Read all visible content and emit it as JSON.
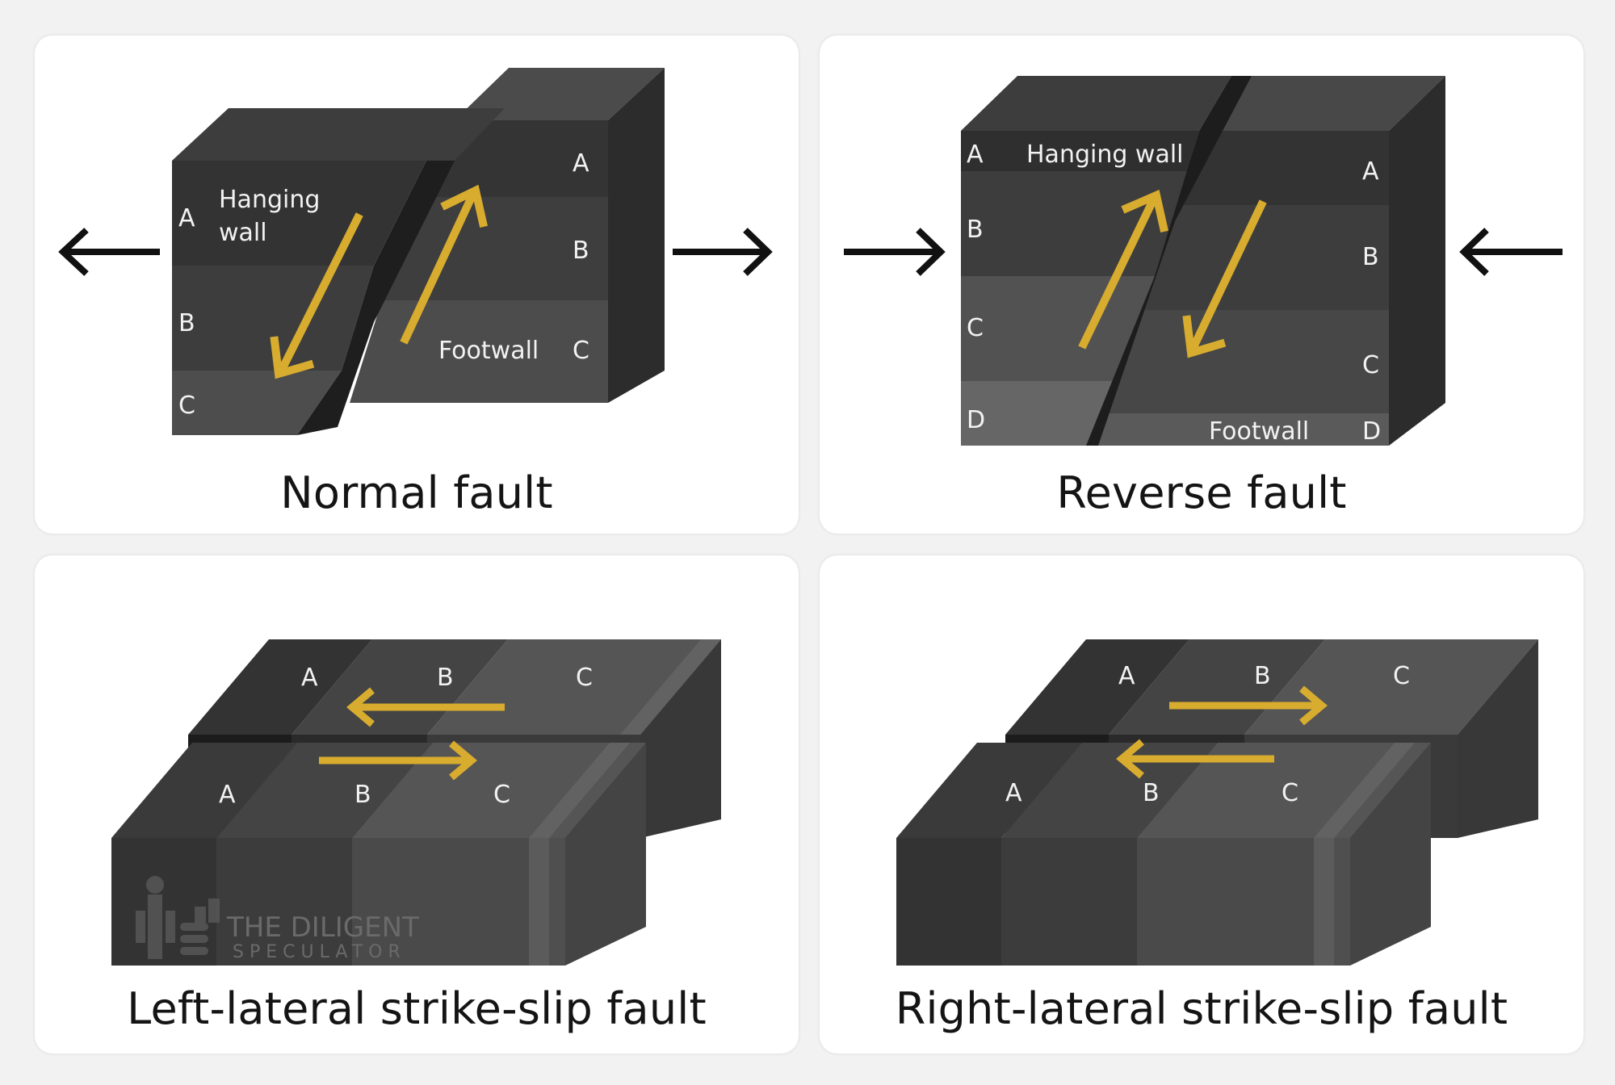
{
  "panels": {
    "normal": {
      "title": "Normal fault",
      "hanging_wall": [
        "Hanging",
        "wall"
      ],
      "footwall": "Footwall",
      "layers_hanging": [
        "A",
        "B",
        "C"
      ],
      "layers_foot": [
        "A",
        "B",
        "C"
      ]
    },
    "reverse": {
      "title": "Reverse fault",
      "hanging_wall": "Hanging wall",
      "footwall": "Footwall",
      "layers_hanging": [
        "A",
        "B",
        "C",
        "D"
      ],
      "layers_foot": [
        "A",
        "B",
        "C",
        "D"
      ]
    },
    "left_lateral": {
      "title": "Left-lateral strike-slip fault",
      "back_labels": [
        "A",
        "B",
        "C"
      ],
      "front_labels": [
        "A",
        "B",
        "C"
      ]
    },
    "right_lateral": {
      "title": "Right-lateral strike-slip fault",
      "back_labels": [
        "A",
        "B",
        "C"
      ],
      "front_labels": [
        "A",
        "B",
        "C"
      ]
    }
  },
  "watermark": {
    "line1": "THE DILIGENT",
    "line2": "SPECULATOR"
  },
  "colors": {
    "arrow_yellow": "#d8ac2e",
    "arrow_black": "#111111",
    "layer_dark": "#333333",
    "layer_mid": "#444444",
    "layer_light": "#555555"
  }
}
